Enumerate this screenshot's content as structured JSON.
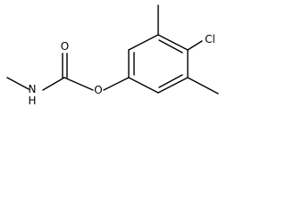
{
  "structure": {
    "atoms": {
      "oxygen_carbonyl": "O",
      "nitrogen": "N",
      "hydrogen": "H",
      "oxygen_ester": "O",
      "chlorine": "Cl"
    }
  }
}
